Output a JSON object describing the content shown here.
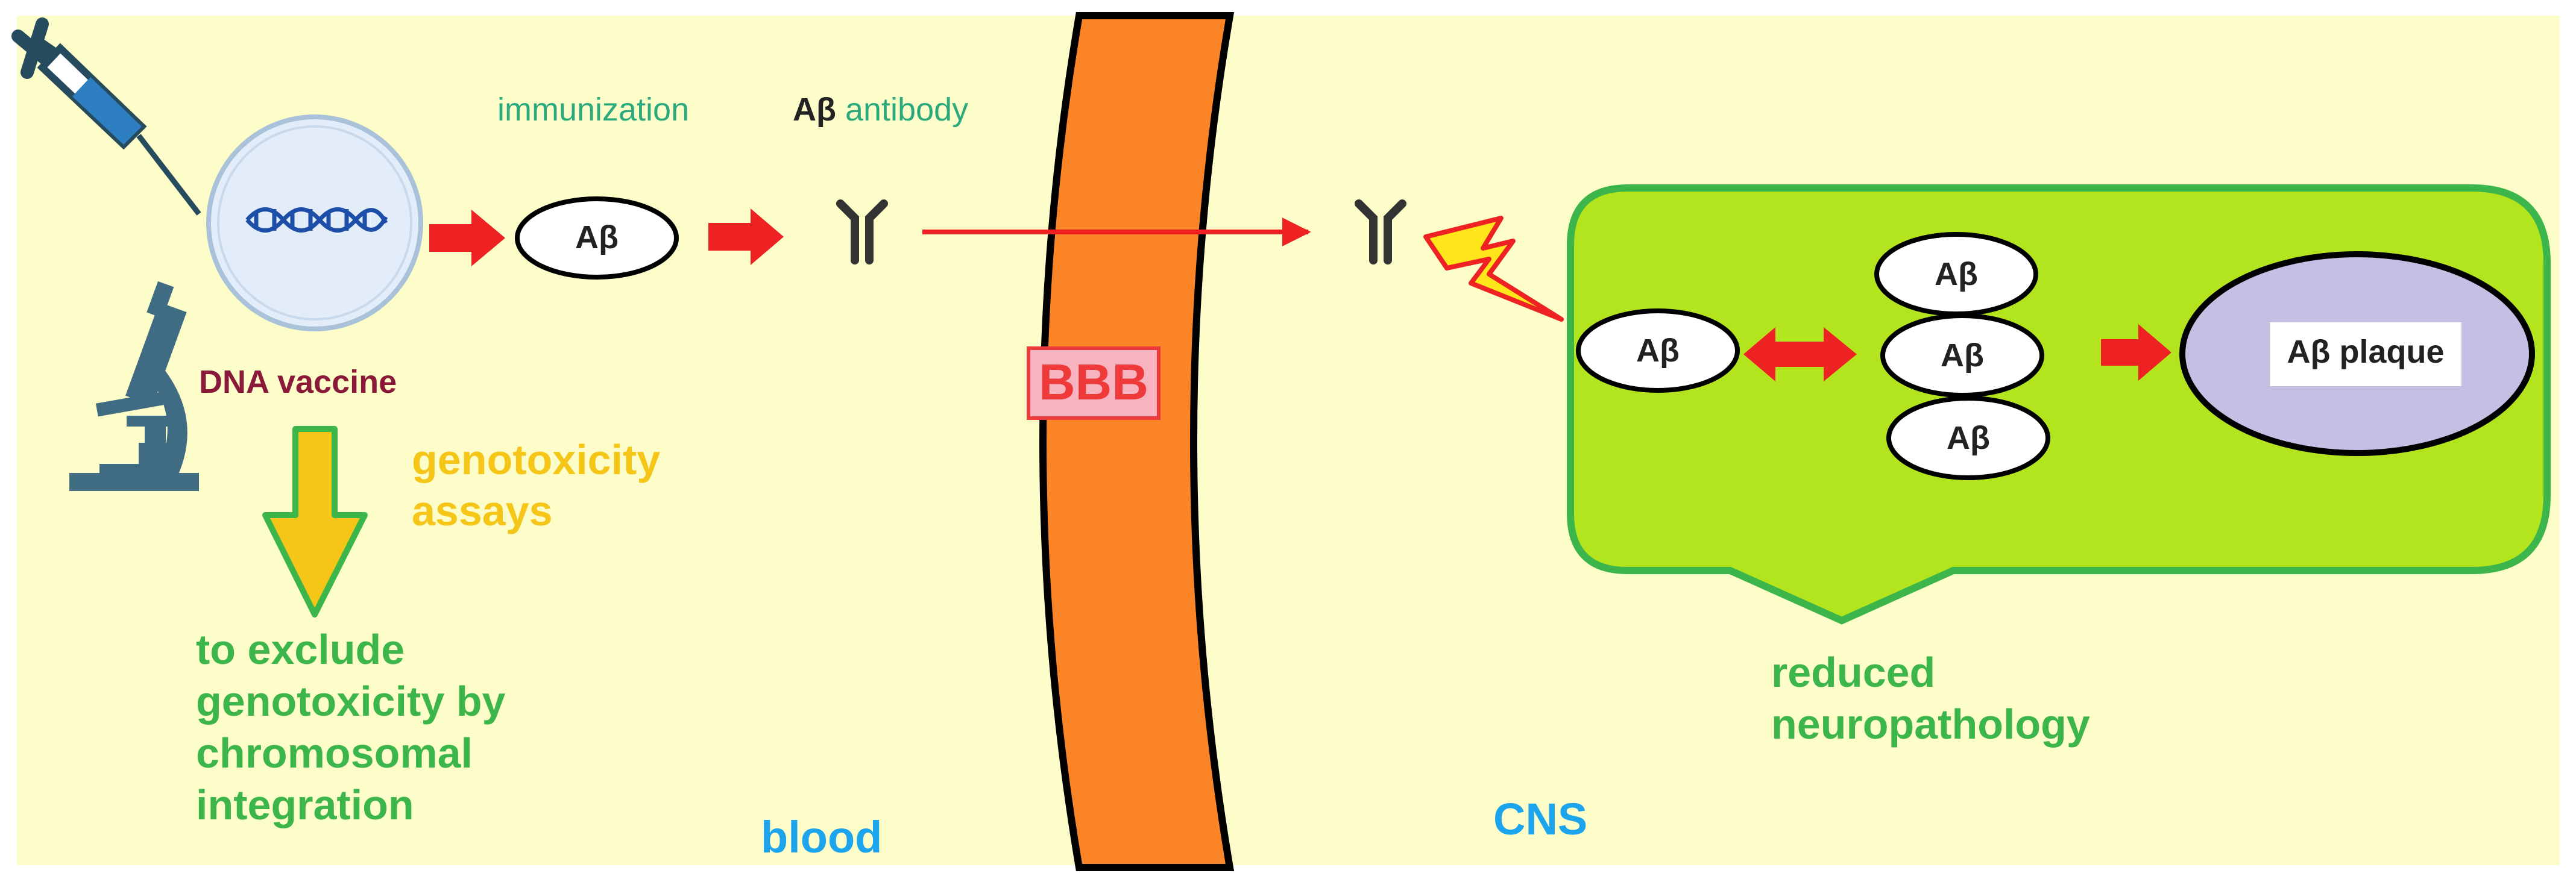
{
  "labels": {
    "immunization": "immunization",
    "ab_antibody_prefix": "Aβ",
    "ab_antibody_suffix": " antibody",
    "ab": "Aβ",
    "dna_vaccine": "DNA vaccine",
    "genotoxicity_line1": "genotoxicity",
    "genotoxicity_line2": "assays",
    "exclude_line1": "to exclude",
    "exclude_line2": "genotoxicity by",
    "exclude_line3": "chromosomal",
    "exclude_line4": "integration",
    "blood": "blood",
    "bbb": "BBB",
    "cns": "CNS",
    "ab_plaque": "Aβ plaque",
    "reduced_line1": "reduced",
    "reduced_line2": "neuropathology"
  },
  "colors": {
    "background": "#fdfdc9",
    "green_text": "#3cb54a",
    "teal_text": "#2aaa7c",
    "blue_text": "#1ca4ec",
    "maroon_text": "#8b1a3a",
    "yellow_text": "#f5c518",
    "red_arrow": "#ee2222",
    "bbb_orange": "#fb8426",
    "bbb_label_fill": "#f7b3c0",
    "bbb_label_text": "#ee3a3a",
    "cns_cell_fill": "#b3e51f",
    "cns_cell_stroke": "#3cb54a",
    "plaque_fill": "#c6bfe4",
    "antibody": "#333333",
    "lightning_fill": "#ffe61a",
    "lightning_stroke": "#ee2222",
    "microscope": "#3f6c82",
    "syringe_dark": "#264a5e",
    "syringe_blue": "#2d7fc1",
    "dna_blue": "#1e4fa8",
    "vaccine_circle": "#e3edfa"
  },
  "icons": [
    "syringe-icon",
    "dna-icon",
    "microscope-icon",
    "antibody-icon",
    "lightning-icon"
  ]
}
